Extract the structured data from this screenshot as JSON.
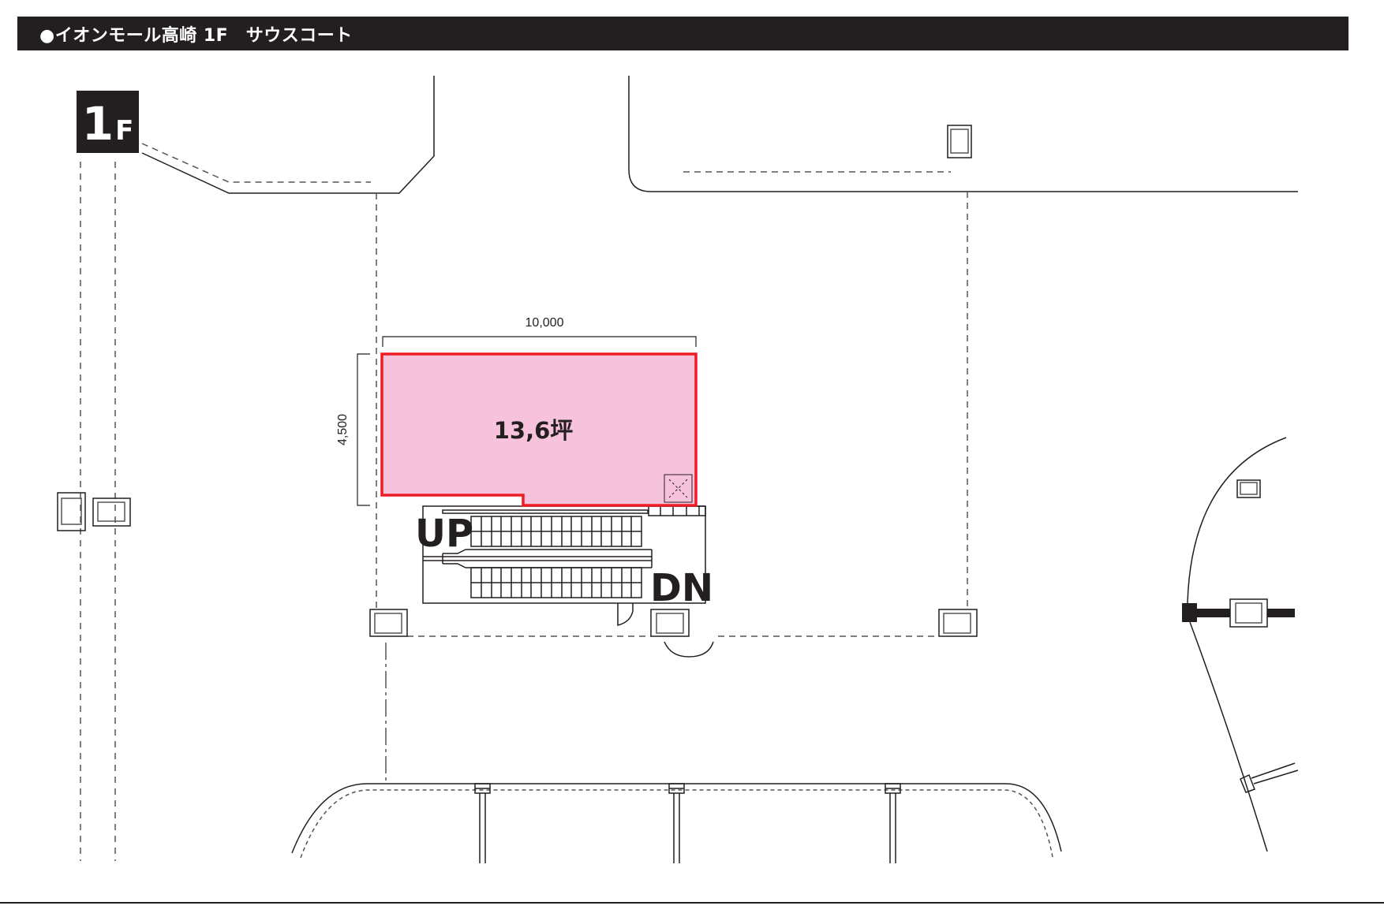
{
  "header": {
    "title": "●イオンモール高崎 1F　サウスコート"
  },
  "floor_badge": {
    "number": "1",
    "suffix": "F"
  },
  "space": {
    "area_label": "13,6坪",
    "width_label": "10,000",
    "depth_label": "4,500",
    "fill_color": "#f7c3dc",
    "border_color": "#ed1c24"
  },
  "escalator": {
    "up_label": "UP",
    "down_label": "DN"
  },
  "colors": {
    "header_bg": "#231f20",
    "line": "#231f20",
    "dashed": "#555555"
  }
}
